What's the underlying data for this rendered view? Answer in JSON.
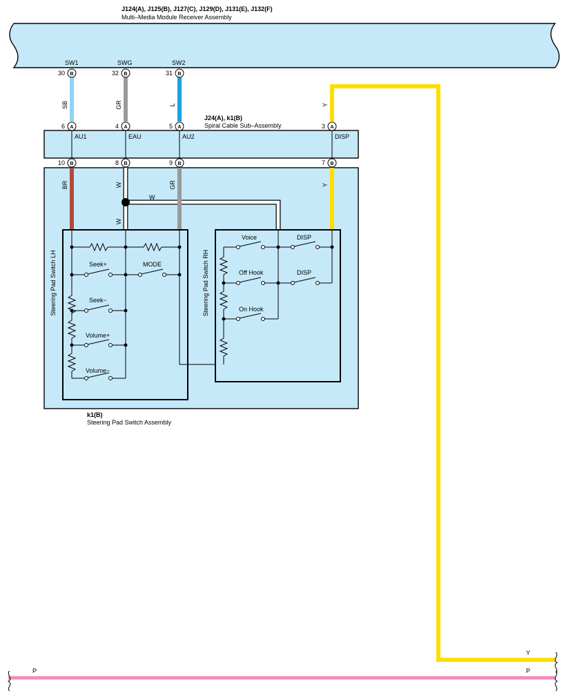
{
  "receiver": {
    "connectors": "J124(A), J125(B), J127(C), J129(D), J131(E), J132(F)",
    "name": "Multi–Media Module Receiver Assembly",
    "terms": [
      {
        "pin": "30",
        "conn": "B",
        "label": "SW1"
      },
      {
        "pin": "32",
        "conn": "B",
        "label": "SWG"
      },
      {
        "pin": "31",
        "conn": "B",
        "label": "SW2"
      }
    ]
  },
  "wires": [
    {
      "id": "sb",
      "label": "SB",
      "color": "#8fd3f4"
    },
    {
      "id": "gr1",
      "label": "GR",
      "color": "#9a9a9a"
    },
    {
      "id": "l",
      "label": "L",
      "color": "#1aa3e0"
    },
    {
      "id": "y_top",
      "label": "Y",
      "color": "#ffdd00"
    },
    {
      "id": "br",
      "label": "BR",
      "color": "#b04a3a"
    },
    {
      "id": "w1",
      "label": "W",
      "color": "#ffffff"
    },
    {
      "id": "w2",
      "label": "W",
      "color": "#ffffff"
    },
    {
      "id": "w3",
      "label": "W",
      "color": "#ffffff"
    },
    {
      "id": "gr2",
      "label": "GR",
      "color": "#9a9a9a"
    },
    {
      "id": "y_mid",
      "label": "Y",
      "color": "#ffdd00"
    },
    {
      "id": "y_right",
      "label": "Y",
      "color": "#ffdd00"
    },
    {
      "id": "p_left",
      "label": "P",
      "color": "#f08cbe"
    },
    {
      "id": "p_right",
      "label": "P",
      "color": "#f08cbe"
    }
  ],
  "spiral": {
    "connectors": "J24(A), k1(B)",
    "name": "Spiral Cable Sub–Assembly",
    "top_pins": [
      {
        "pin": "6",
        "conn": "A"
      },
      {
        "pin": "4",
        "conn": "A"
      },
      {
        "pin": "5",
        "conn": "A"
      },
      {
        "pin": "3",
        "conn": "A"
      }
    ],
    "terms": [
      "AU1",
      "EAU",
      "AU2",
      "DISP"
    ],
    "bottom_pins": [
      {
        "pin": "10",
        "conn": "B"
      },
      {
        "pin": "8",
        "conn": "B"
      },
      {
        "pin": "9",
        "conn": "B"
      },
      {
        "pin": "7",
        "conn": "B"
      }
    ]
  },
  "lh": {
    "name": "Steering Pad Switch LH",
    "switches": [
      "Seek+",
      "MODE",
      "Seek−",
      "Volume+",
      "Volume−"
    ]
  },
  "rh": {
    "name": "Steering Pad Switch RH",
    "switches": [
      "Voice",
      "DISP",
      "Off Hook",
      "DISP",
      "On Hook"
    ]
  },
  "assembly": {
    "connector": "k1(B)",
    "name": "Steering Pad Switch Assembly"
  }
}
